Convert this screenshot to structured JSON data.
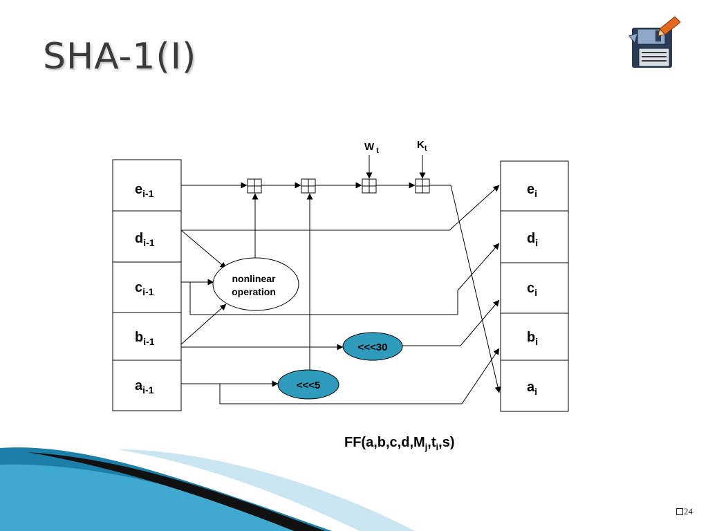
{
  "slide": {
    "title": "SHA-1(I)",
    "page_number": "24"
  },
  "diagram": {
    "inputs": [
      {
        "base": "e",
        "sub": "i-1"
      },
      {
        "base": "d",
        "sub": "i-1"
      },
      {
        "base": "c",
        "sub": "i-1"
      },
      {
        "base": "b",
        "sub": "i-1"
      },
      {
        "base": "a",
        "sub": "i-1"
      }
    ],
    "outputs": [
      {
        "base": "e",
        "sub": "i"
      },
      {
        "base": "d",
        "sub": "i"
      },
      {
        "base": "c",
        "sub": "i"
      },
      {
        "base": "b",
        "sub": "i"
      },
      {
        "base": "a",
        "sub": "i"
      }
    ],
    "w_label": {
      "base": "W",
      "sub": "t"
    },
    "k_label": {
      "base": "K",
      "sub": "t"
    },
    "nonlinear_line1": "nonlinear",
    "nonlinear_line2": "operation",
    "rot30": "<<<30",
    "rot5": "<<<5",
    "formula": {
      "prefix": "FF(a,b,c,d,M",
      "sub_j": "j",
      "mid1": ",t",
      "sub_i": "i",
      "suffix": ",s)"
    },
    "colors": {
      "rotate_fill": "#2f9bbd",
      "stroke": "#000000"
    }
  }
}
